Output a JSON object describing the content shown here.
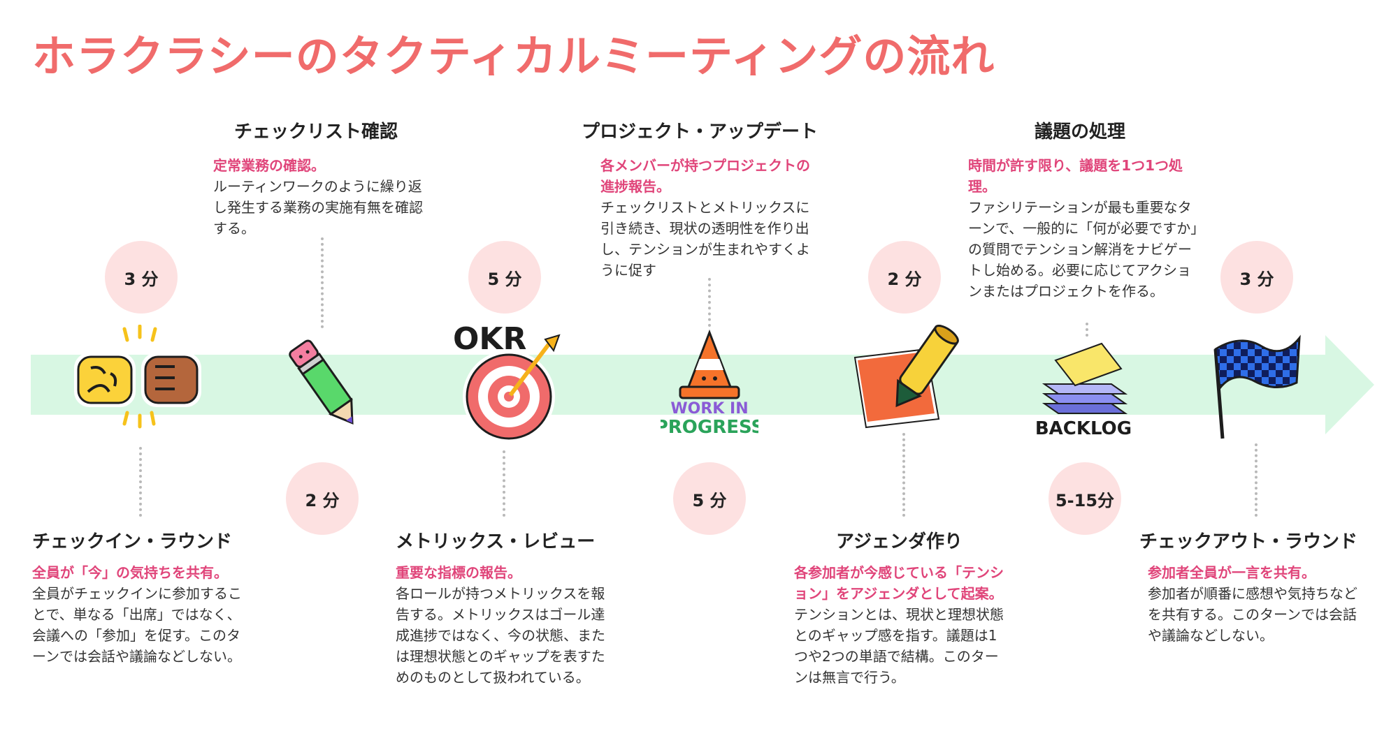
{
  "title": "ホラクラシーのタクティカルミーティングの流れ",
  "colors": {
    "title": "#f06b6b",
    "highlight": "#e0457a",
    "band": "#d8f7e3",
    "circle": "#fde1e1"
  },
  "steps": [
    {
      "title": "チェックイン・ラウンド",
      "time": "3 分",
      "highlight": "全員が「今」の気持ちを共有。",
      "body": "全員がチェックインに参加することで、単なる「出席」ではなく、会議への「参加」を促す。このターンでは会話や議論などしない。",
      "icon": "fist-bump-icon"
    },
    {
      "title": "チェックリスト確認",
      "time": "2 分",
      "highlight": "定常業務の確認。",
      "body": "ルーティンワークのように繰り返し発生する業務の実施有無を確認する。",
      "icon": "pencil-icon"
    },
    {
      "title": "メトリックス・レビュー",
      "time": "5 分",
      "highlight": "重要な指標の報告。",
      "body": "各ロールが持つメトリックスを報告する。メトリックスはゴール達成進捗ではなく、今の状態、または理想状態とのギャップを表すためのものとして扱われている。",
      "icon": "okr-target-icon",
      "icon_text": "OKR"
    },
    {
      "title": "プロジェクト・アップデート",
      "time": "5 分",
      "highlight": "各メンバーが持つプロジェクトの進捗報告。",
      "body": "チェックリストとメトリックスに引き続き、現状の透明性を作り出し、テンションが生まれやすくように促す",
      "icon": "work-in-progress-cone-icon",
      "icon_text_1": "WORK IN",
      "icon_text_2": "PROGRESS"
    },
    {
      "title": "アジェンダ作り",
      "time": "2 分",
      "highlight": "各参加者が今感じている「テンション」をアジェンダとして起案。",
      "body": "テンションとは、現状と理想状態とのギャップ感を指す。議題は1つや2つの単語で結構。このターンは無言で行う。",
      "icon": "notepad-pencil-icon"
    },
    {
      "title": "議題の処理",
      "time": "5-15分",
      "highlight": "時間が許す限り、議題を1つ1つ処理。",
      "body": "ファシリテーションが最も重要なターンで、一般的に「何が必要ですか」の質問でテンション解消をナビゲートし始める。必要に応じてアクションまたはプロジェクトを作る。",
      "icon": "backlog-stack-icon",
      "icon_text": "BACKLOG"
    },
    {
      "title": "チェックアウト・ラウンド",
      "time": "3 分",
      "highlight": "参加者全員が一言を共有。",
      "body": "参加者が順番に感想や気持ちなどを共有する。このターンでは会話や議論などしない。",
      "icon": "checkered-flag-icon"
    }
  ]
}
